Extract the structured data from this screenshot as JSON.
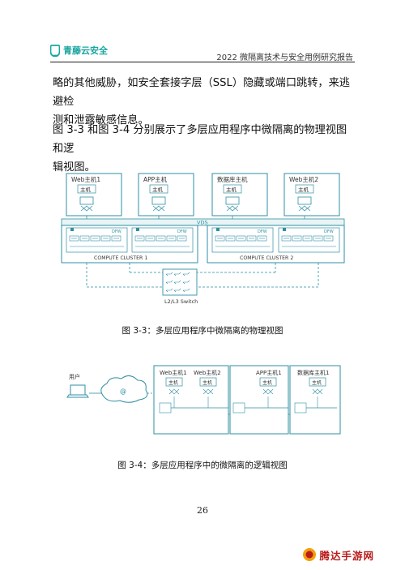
{
  "header": {
    "brand": "青藤云安全",
    "title": "2022 微隔离技术与安全用例研究报告"
  },
  "body": {
    "para1": [
      "略的其他威胁，如安全套接字层（SSL）隐藏或端口跳转，来逃避检",
      "测和泄露敏感信息。"
    ],
    "para2": [
      "图 3-3 和图 3-4 分别展示了多层应用程序中微隔离的物理视图和逻",
      "辑视图。"
    ]
  },
  "figure1": {
    "caption": "图 3-3：多层应用程序中微隔离的物理视图",
    "hosts": [
      {
        "title": "Web主机1",
        "inner": "主机"
      },
      {
        "title": "APP主机",
        "inner": "主机"
      },
      {
        "title": "数据库主机",
        "inner": "主机"
      },
      {
        "title": "Web主机2",
        "inner": "主机"
      }
    ],
    "vds": "VDS",
    "dfw": "DFW",
    "cluster1": "COMPUTE CLUSTER 1",
    "cluster2": "COMPUTE CLUSTER 2",
    "switch": "L2/L3 Switch"
  },
  "figure2": {
    "caption": "图 3-4：多层应用程序中的微隔离的逻辑视图",
    "user": "用户",
    "cloud": "@",
    "groups": [
      {
        "hosts": [
          {
            "title": "Web主机1",
            "inner": "主机"
          },
          {
            "title": "Web主机2",
            "inner": "主机"
          }
        ]
      },
      {
        "hosts": [
          {
            "title": "APP主机1",
            "inner": "主机"
          }
        ]
      },
      {
        "hosts": [
          {
            "title": "数据库主机1",
            "inner": "主机"
          }
        ]
      }
    ]
  },
  "page_number": "26",
  "watermark": "腾达手游网",
  "colors": {
    "brand": "#1aa6a0",
    "diagram": "#2e8fa3",
    "watermark": "#b91c1c"
  }
}
